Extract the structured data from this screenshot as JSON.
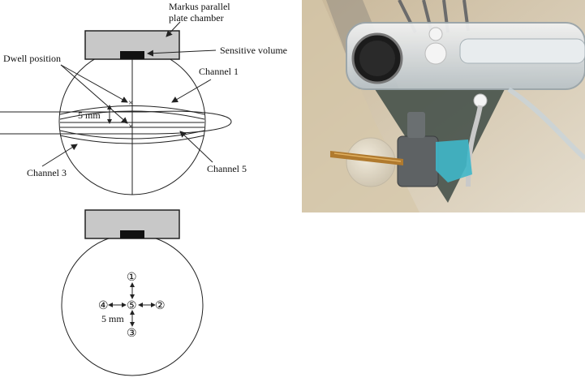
{
  "top_diagram": {
    "chamber_label_line1": "Markus parallel",
    "chamber_label_line2": "plate chamber",
    "sensitive_volume": "Sensitive volume",
    "dwell_position": "Dwell position",
    "channel_1": "Channel 1",
    "channel_3": "Channel 3",
    "channel_5": "Channel 5",
    "spacing": "5 mm"
  },
  "bottom_diagram": {
    "pos_1": "①",
    "pos_2": "②",
    "pos_3": "③",
    "pos_4": "④",
    "pos_5": "⑤",
    "spacing": "5 mm"
  },
  "colors": {
    "chamber_fill": "#c8c8c8",
    "sensitive_volume_fill": "#111111",
    "line": "#222222"
  }
}
